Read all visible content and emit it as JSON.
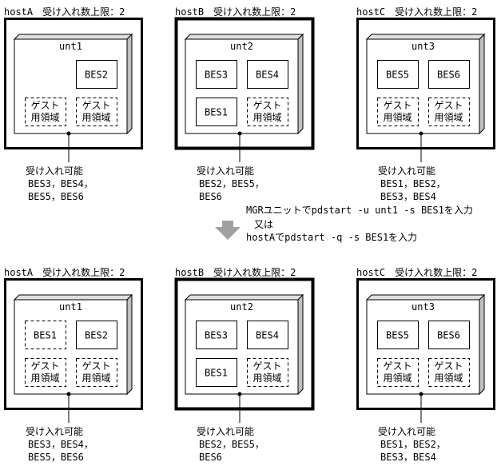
{
  "panels": [
    {
      "hosts": [
        {
          "title": "hostA　受け入れ数上限：2",
          "unit": "unt1",
          "active": false,
          "left_slots": [
            {
              "label": "",
              "kind": "empty"
            },
            {
              "label": "ゲスト\n用領域",
              "kind": "guest"
            }
          ],
          "right_slots": [
            {
              "label": "BES2",
              "kind": "bes"
            },
            {
              "label": "ゲスト\n用領域",
              "kind": "guest"
            }
          ],
          "accept_label": "受け入れ可能",
          "accept_lines": [
            "BES3，BES4，",
            "BES5，BES6"
          ]
        },
        {
          "title": "hostB　受け入れ数上限：2",
          "unit": "unt2",
          "active": true,
          "left_slots": [
            {
              "label": "BES3",
              "kind": "bes"
            },
            {
              "label": "BES1",
              "kind": "bes"
            }
          ],
          "right_slots": [
            {
              "label": "BES4",
              "kind": "bes"
            },
            {
              "label": "ゲスト\n用領域",
              "kind": "guest"
            }
          ],
          "accept_label": "受け入れ可能",
          "accept_lines": [
            "BES2，BES5，",
            "BES6"
          ]
        },
        {
          "title": "hostC　受け入れ数上限：2",
          "unit": "unt3",
          "active": false,
          "left_slots": [
            {
              "label": "BES5",
              "kind": "bes"
            },
            {
              "label": "ゲスト\n用領域",
              "kind": "guest"
            }
          ],
          "right_slots": [
            {
              "label": "BES6",
              "kind": "bes"
            },
            {
              "label": "ゲスト\n用領域",
              "kind": "guest"
            }
          ],
          "accept_label": "受け入れ可能",
          "accept_lines": [
            "BES1，BES2，",
            "BES3，BES4"
          ]
        }
      ]
    },
    {
      "hosts": [
        {
          "title": "hostA　受け入れ数上限：2",
          "unit": "unt1",
          "active": false,
          "left_slots": [
            {
              "label": "BES1",
              "kind": "guest"
            },
            {
              "label": "ゲスト\n用領域",
              "kind": "guest"
            }
          ],
          "right_slots": [
            {
              "label": "BES2",
              "kind": "bes"
            },
            {
              "label": "ゲスト\n用領域",
              "kind": "guest"
            }
          ],
          "accept_label": "受け入れ可能",
          "accept_lines": [
            "BES3，BES4，",
            "BES5，BES6"
          ]
        },
        {
          "title": "hostB　受け入れ数上限：2",
          "unit": "unt2",
          "active": true,
          "left_slots": [
            {
              "label": "BES3",
              "kind": "bes"
            },
            {
              "label": "BES1",
              "kind": "bes"
            }
          ],
          "right_slots": [
            {
              "label": "BES4",
              "kind": "bes"
            },
            {
              "label": "ゲスト\n用領域",
              "kind": "guest"
            }
          ],
          "accept_label": "受け入れ可能",
          "accept_lines": [
            "BES2，BES5，",
            "BES6"
          ]
        },
        {
          "title": "hostC　受け入れ数上限：2",
          "unit": "unt3",
          "active": false,
          "left_slots": [
            {
              "label": "BES5",
              "kind": "bes"
            },
            {
              "label": "ゲスト\n用領域",
              "kind": "guest"
            }
          ],
          "right_slots": [
            {
              "label": "BES6",
              "kind": "bes"
            },
            {
              "label": "ゲスト\n用領域",
              "kind": "guest"
            }
          ],
          "accept_label": "受け入れ可能",
          "accept_lines": [
            "BES1，BES2，",
            "BES3，BES4"
          ]
        }
      ]
    }
  ],
  "transition": {
    "lines": [
      "MGRユニットでpdstart -u unt1 -s BES1を入力",
      "又は",
      "hostAでpdstart -q -s BES1を入力"
    ],
    "arrow_color": "#a0a0a0"
  },
  "colors": {
    "unit_side": "#c0c0c0",
    "unit_top": "#e0e0e0",
    "line": "#000000"
  }
}
